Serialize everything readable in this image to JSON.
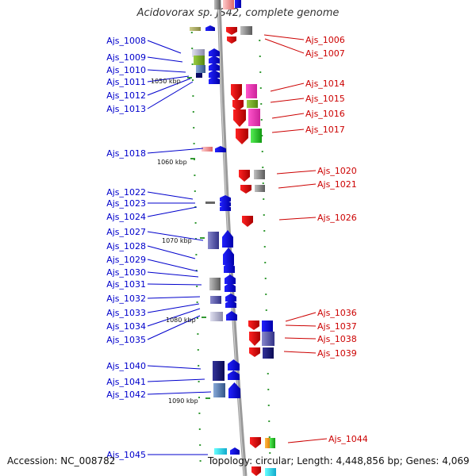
{
  "title": "Acidovorax sp. JS42, complete genome",
  "footer": {
    "accession": "Accession: NC_008782",
    "summary": "Topology: circular; Length: 4,448,856 bp; Genes: 4,069"
  },
  "colors": {
    "left_label": "#0000cc",
    "right_label": "#cc0000",
    "tick": "#339933",
    "backbone": "#9a9a9a"
  },
  "left_labels": [
    "Ajs_1008",
    "Ajs_1009",
    "Ajs_1010",
    "Ajs_1011",
    "Ajs_1012",
    "Ajs_1013",
    "Ajs_1018",
    "Ajs_1022",
    "Ajs_1023",
    "Ajs_1024",
    "Ajs_1027",
    "Ajs_1028",
    "Ajs_1029",
    "Ajs_1030",
    "Ajs_1031",
    "Ajs_1032",
    "Ajs_1033",
    "Ajs_1034",
    "Ajs_1035",
    "Ajs_1040",
    "Ajs_1041",
    "Ajs_1042",
    "Ajs_1045"
  ],
  "right_labels": [
    "Ajs_1006",
    "Ajs_1007",
    "Ajs_1014",
    "Ajs_1015",
    "Ajs_1016",
    "Ajs_1017",
    "Ajs_1020",
    "Ajs_1021",
    "Ajs_1026",
    "Ajs_1036",
    "Ajs_1037",
    "Ajs_1038",
    "Ajs_1039",
    "Ajs_1044"
  ],
  "scale_labels": [
    "1050 kbp",
    "1060 kbp",
    "1070 kbp",
    "1080 kbp",
    "1090 kbp"
  ]
}
